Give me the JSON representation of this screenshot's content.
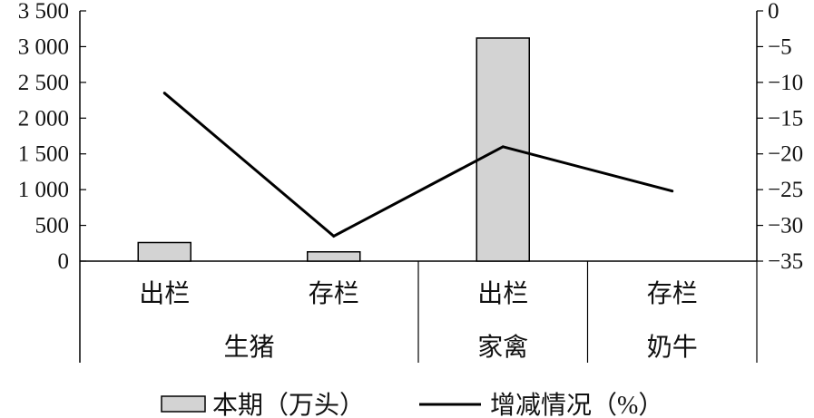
{
  "chart_data": {
    "type": "bar+line",
    "groups": [
      {
        "label": "生猪",
        "categories": [
          "出栏",
          "存栏"
        ]
      },
      {
        "label": "家禽",
        "categories": [
          "出栏"
        ]
      },
      {
        "label": "奶牛",
        "categories": [
          "存栏"
        ]
      }
    ],
    "categories": [
      "出栏",
      "存栏",
      "出栏",
      "存栏"
    ],
    "series": [
      {
        "name": "本期（万头）",
        "type": "bar",
        "axis": "left",
        "values": [
          260,
          130,
          3120,
          null
        ],
        "color": "#d3d3d3"
      },
      {
        "name": "增减情况（%）",
        "type": "line",
        "axis": "right",
        "values": [
          -11.5,
          -31.5,
          -19,
          -25.2
        ],
        "color": "#000000"
      }
    ],
    "left_axis": {
      "ylim": [
        0,
        3500
      ],
      "ticks": [
        0,
        500,
        1000,
        1500,
        2000,
        2500,
        3000,
        3500
      ],
      "tick_labels": [
        "0",
        "500",
        "1 000",
        "1 500",
        "2 000",
        "2 500",
        "3 000",
        "3 500"
      ]
    },
    "right_axis": {
      "ylim": [
        -35,
        0
      ],
      "ticks": [
        0,
        -5,
        -10,
        -15,
        -20,
        -25,
        -30,
        -35
      ],
      "tick_labels": [
        "0",
        "−5",
        "−10",
        "−15",
        "−20",
        "−25",
        "−30",
        "−35"
      ]
    },
    "legend": {
      "position": "bottom",
      "entries": [
        "本期（万头）",
        "增减情况（%）"
      ]
    },
    "grid": false
  }
}
